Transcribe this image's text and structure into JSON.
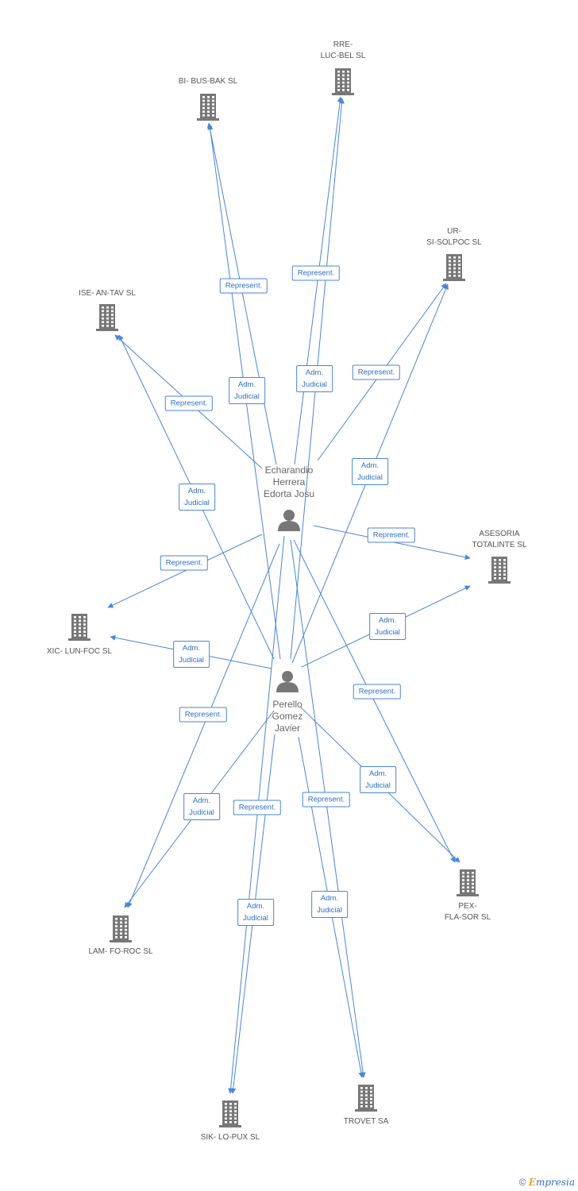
{
  "people": [
    {
      "id": "p1",
      "label": "Echarandio\nHerrera\nEdorta Josu"
    },
    {
      "id": "p2",
      "label": "Perello\nGomez\nJavier"
    }
  ],
  "companies": [
    {
      "id": "c1",
      "label": "BI- BUS-BAK SL"
    },
    {
      "id": "c2",
      "label": "RRE-\nLUC-BEL SL"
    },
    {
      "id": "c3",
      "label": "UR-\nSI-SOLPOC SL"
    },
    {
      "id": "c4",
      "label": "ISE- AN-TAV SL"
    },
    {
      "id": "c5",
      "label": "ASESORIA\nTOTALINTE SL"
    },
    {
      "id": "c6",
      "label": "XIC- LUN-FOC SL"
    },
    {
      "id": "c7",
      "label": "PEX-\nFLA-SOR SL"
    },
    {
      "id": "c8",
      "label": "LAM- FO-ROC SL"
    },
    {
      "id": "c9",
      "label": "SIK- LO-PUX SL"
    },
    {
      "id": "c10",
      "label": "TROVET SA"
    }
  ],
  "relations": [
    {
      "from": "p1",
      "to": "c1",
      "label": "Adm.\nJudicial"
    },
    {
      "from": "p2",
      "to": "c1",
      "label": "Represent."
    },
    {
      "from": "p1",
      "to": "c2",
      "label": "Represent."
    },
    {
      "from": "p2",
      "to": "c2",
      "label": "Adm.\nJudicial"
    },
    {
      "from": "p1",
      "to": "c3",
      "label": "Represent."
    },
    {
      "from": "p2",
      "to": "c3",
      "label": "Adm.\nJudicial"
    },
    {
      "from": "p1",
      "to": "c4",
      "label": "Represent."
    },
    {
      "from": "p2",
      "to": "c4",
      "label": "Adm.\nJudicial"
    },
    {
      "from": "p1",
      "to": "c5",
      "label": "Represent."
    },
    {
      "from": "p2",
      "to": "c5",
      "label": "Adm.\nJudicial"
    },
    {
      "from": "p1",
      "to": "c6",
      "label": "Represent."
    },
    {
      "from": "p2",
      "to": "c6",
      "label": "Adm.\nJudicial"
    },
    {
      "from": "p1",
      "to": "c7",
      "label": "Represent."
    },
    {
      "from": "p2",
      "to": "c7",
      "label": "Adm.\nJudicial"
    },
    {
      "from": "p1",
      "to": "c8",
      "label": "Represent."
    },
    {
      "from": "p2",
      "to": "c8",
      "label": "Adm.\nJudicial"
    },
    {
      "from": "p1",
      "to": "c9",
      "label": "Adm.\nJudicial"
    },
    {
      "from": "p2",
      "to": "c9",
      "label": "Represent."
    },
    {
      "from": "p1",
      "to": "c10",
      "label": "Adm.\nJudicial"
    },
    {
      "from": "p2",
      "to": "c10",
      "label": "Represent."
    }
  ],
  "colors": {
    "edge": "#4a86d6",
    "icon": "#777777"
  },
  "footer": {
    "copyright": "©",
    "brand_initial": "E",
    "brand_rest": "mpresia"
  }
}
